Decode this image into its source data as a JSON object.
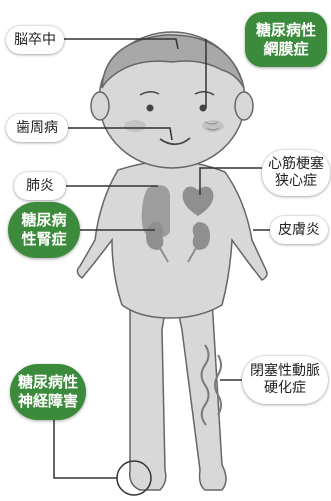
{
  "colors": {
    "green": "#3c8a3c",
    "body": "#d8d8d8",
    "outline": "#666666",
    "organ": "#8f8f8f",
    "line": "#333333"
  },
  "labels": {
    "brain": "脳卒中",
    "retina": "糖尿病性\n網膜症",
    "periodontal": "歯周病",
    "heart": "心筋梗塞\n狭心症",
    "lung": "肺炎",
    "skin": "皮膚炎",
    "kidney": "糖尿病\n性腎症",
    "artery": "閉塞性動脈\n硬化症",
    "nerve": "糖尿病性\n神経障害"
  }
}
